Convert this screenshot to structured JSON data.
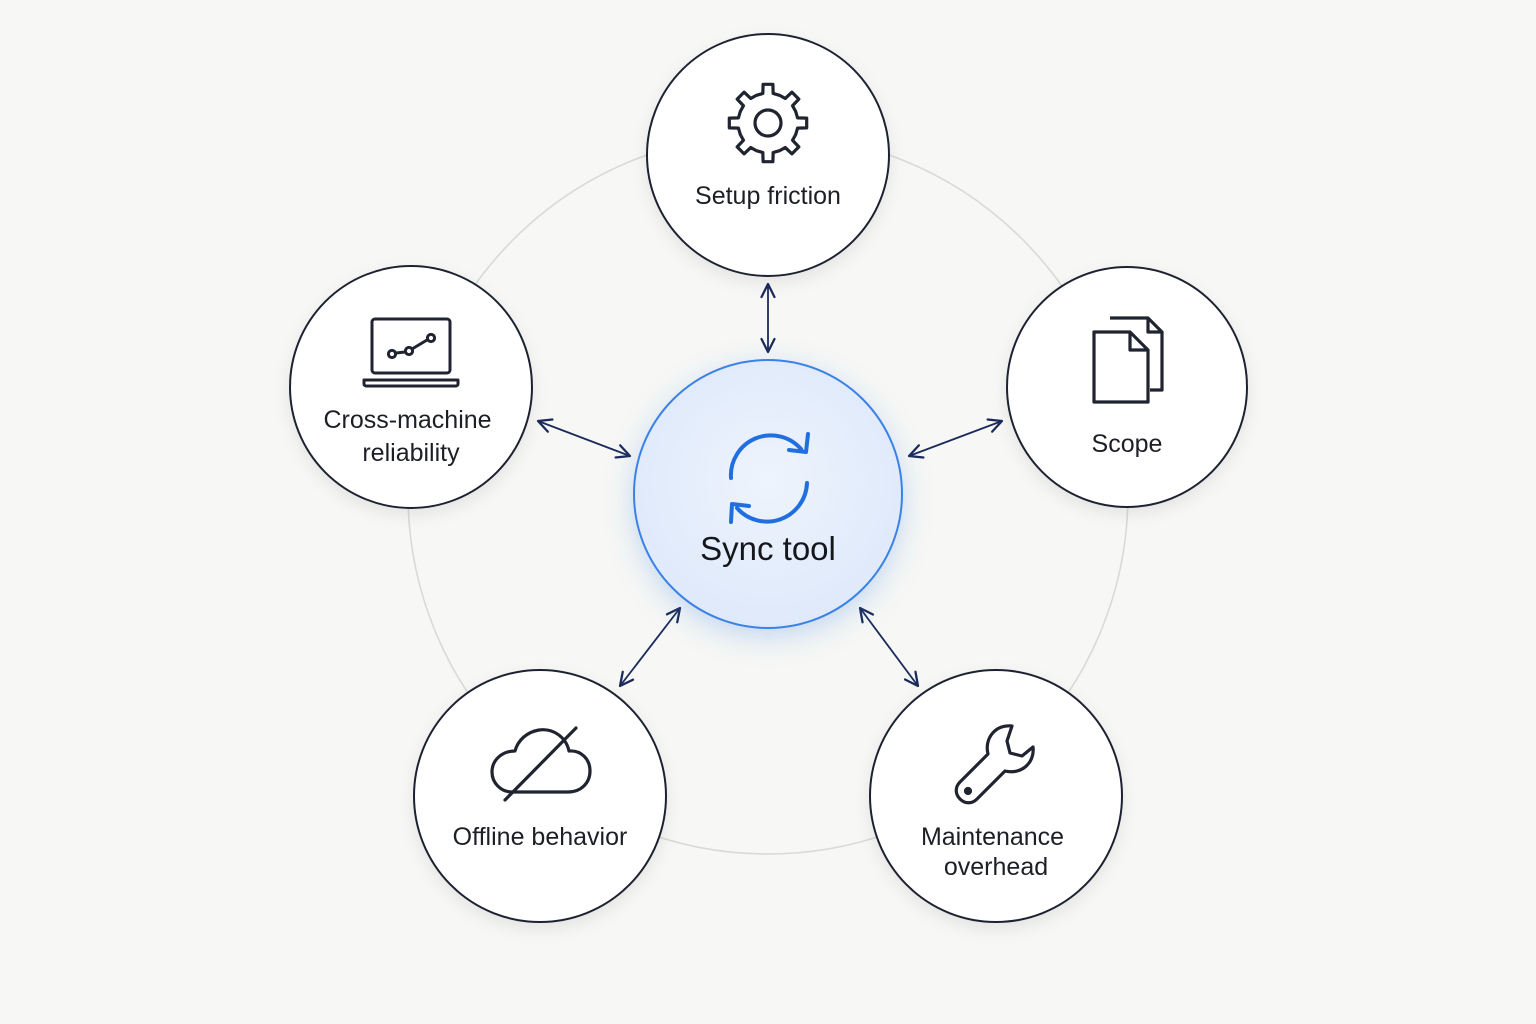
{
  "center": {
    "label": "Sync tool",
    "icon": "sync-arrows-icon"
  },
  "nodes": [
    {
      "id": "setup",
      "lines": [
        "Setup friction"
      ],
      "icon": "gear-icon"
    },
    {
      "id": "scope",
      "lines": [
        "Scope"
      ],
      "icon": "documents-icon"
    },
    {
      "id": "maintenance",
      "lines": [
        "Maintenance",
        "overhead"
      ],
      "icon": "wrench-icon"
    },
    {
      "id": "offline",
      "lines": [
        "Offline behavior"
      ],
      "icon": "cloud-off-icon"
    },
    {
      "id": "cross-machine",
      "lines": [
        "Cross-machine",
        "reliability"
      ],
      "icon": "laptop-connection-icon"
    }
  ],
  "colors": {
    "background": "#f7f7f5",
    "ring": "#d9d9d9",
    "node_stroke": "#1f2430",
    "node_fill": "#ffffff",
    "center_fill": "#e6eefb",
    "center_stroke": "#3b82e6",
    "accent_icon": "#1f6fe0",
    "arrow": "#1b2a5a"
  }
}
